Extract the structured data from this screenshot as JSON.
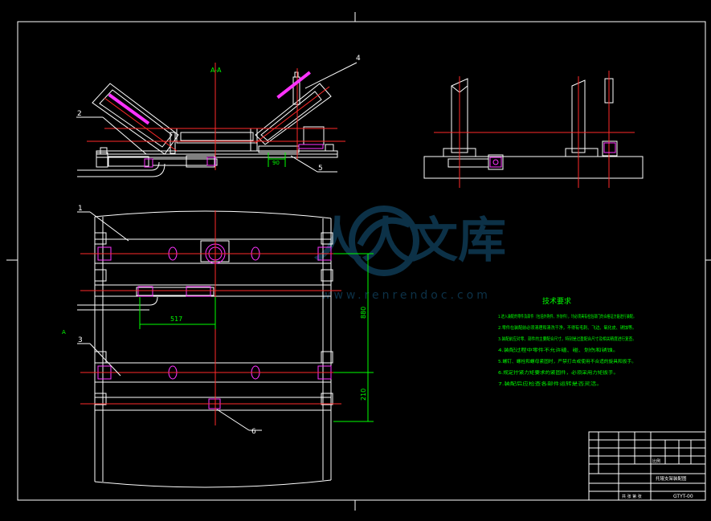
{
  "drawing": {
    "colors": {
      "background": "#000000",
      "outline": "#ffffff",
      "centerline": "#ff2a2a",
      "dimension": "#00ff00",
      "part": "#ff33ff",
      "title_block": "#ffffff",
      "notes": "#00ff00"
    },
    "section_label": "A-A",
    "part_labels": [
      "1",
      "2",
      "3",
      "4",
      "5",
      "6"
    ],
    "callout_a": "A",
    "dimensions": {
      "d_top": "90",
      "d_517": "517",
      "d_880": "880",
      "d_210": "210"
    },
    "watermark": {
      "cn": "人人文库",
      "url": "www.renrendoc.com"
    },
    "notes": {
      "title": "技术要求",
      "items": [
        "1.进入装配的零件及部件（包括外购件、外协件），均必须具有检验部门的合格证方能进行装配。",
        "2.零件在装配前必须清理和清洗干净，不得有毛刺、飞边、氧化皮、锈蚀等。",
        "3.装配前应对零、部件的主要配合尺寸，特别是过盈配合尺寸及相关精度进行复查。",
        "4.装配过程中零件不允许磕、碰、划伤和锈蚀。",
        "5.螺钉、螺栓和螺母紧固时，严禁打击或使用不合适的旋具和扳手。",
        "6.规定拧紧力矩要求的紧固件，必须采用力矩扳手。",
        "7.装配后应检查各部件运转是否灵活。"
      ]
    },
    "title_block": {
      "drawing_no": "GTYT-00",
      "name": "托辊支架装配图",
      "scale_label": "比例",
      "sheet_label": "共 张 第 张"
    }
  }
}
